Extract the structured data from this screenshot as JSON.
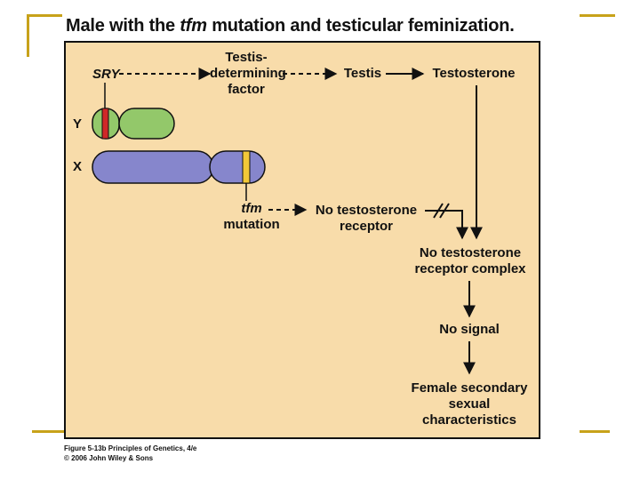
{
  "slide": {
    "title_part1": "Male with the ",
    "title_italic": "tfm",
    "title_part2": " mutation and testicular feminization.",
    "accent_color": "#c8a21a"
  },
  "diagram": {
    "panel_color": "#f8dcaa",
    "labels": {
      "sry": "SRY",
      "y": "Y",
      "x": "X",
      "tdf_line1": "Testis-",
      "tdf_line2": "determining",
      "tdf_line3": "factor",
      "testis": "Testis",
      "testosterone": "Testosterone",
      "tfm": "tfm",
      "mutation": "mutation",
      "no_receptor_line1": "No testosterone",
      "no_receptor_line2": "receptor",
      "no_complex_line1": "No testosterone",
      "no_complex_line2": "receptor complex",
      "no_signal": "No signal",
      "female_line1": "Female secondary",
      "female_line2": "sexual",
      "female_line3": "characteristics"
    },
    "colors": {
      "y_chromosome": "#93c86a",
      "x_chromosome": "#8686cc",
      "sry_band": "#d02828",
      "tfm_band": "#f2c838"
    }
  },
  "credit": {
    "line1": "Figure 5-13b  Principles of Genetics, 4/e",
    "line2": "© 2006 John Wiley & Sons"
  }
}
